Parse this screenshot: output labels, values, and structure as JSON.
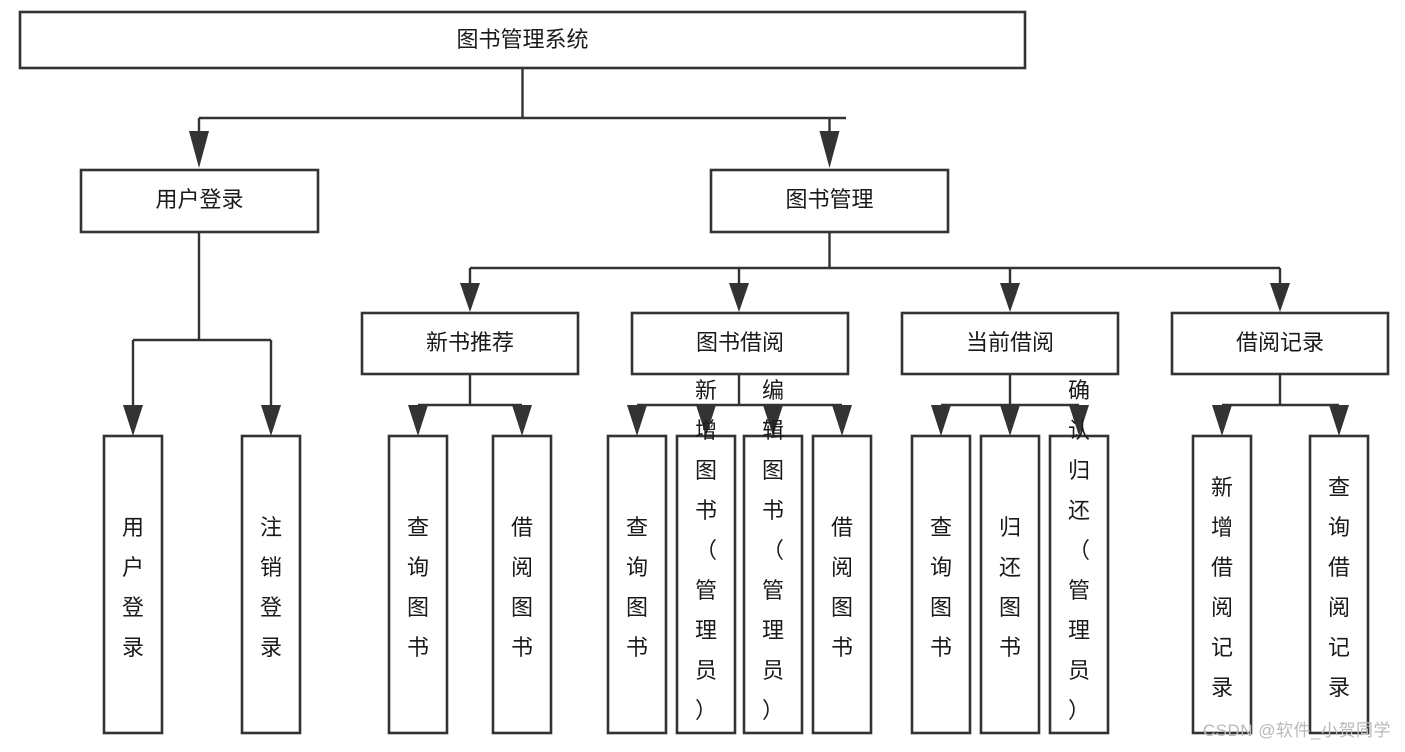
{
  "diagram": {
    "title": "图书管理系统",
    "type": "tree-hierarchy-chart",
    "root": {
      "id": "root",
      "label": "图书管理系统"
    },
    "level2": [
      {
        "id": "user-login",
        "label": "用户登录"
      },
      {
        "id": "book-management",
        "label": "图书管理"
      }
    ],
    "level3": [
      {
        "id": "new-book-recommend",
        "label": "新书推荐",
        "parent": "book-management"
      },
      {
        "id": "book-borrow",
        "label": "图书借阅",
        "parent": "book-management"
      },
      {
        "id": "current-borrow",
        "label": "当前借阅",
        "parent": "book-management"
      },
      {
        "id": "borrow-record",
        "label": "借阅记录",
        "parent": "book-management"
      }
    ],
    "leaves": {
      "user-login": [
        {
          "id": "leaf-user-login",
          "label": "用户登录"
        },
        {
          "id": "leaf-logout-login",
          "label": "注销登录"
        }
      ],
      "new-book-recommend": [
        {
          "id": "leaf-query-book-1",
          "label": "查询图书"
        },
        {
          "id": "leaf-borrow-book-1",
          "label": "借阅图书"
        }
      ],
      "book-borrow": [
        {
          "id": "leaf-query-book-2",
          "label": "查询图书"
        },
        {
          "id": "leaf-add-book",
          "label": "新增图书（管理员）"
        },
        {
          "id": "leaf-edit-book",
          "label": "编辑图书（管理员）"
        },
        {
          "id": "leaf-borrow-book-2",
          "label": "借阅图书"
        }
      ],
      "current-borrow": [
        {
          "id": "leaf-query-book-3",
          "label": "查询图书"
        },
        {
          "id": "leaf-return-book",
          "label": "归还图书"
        },
        {
          "id": "leaf-confirm-return",
          "label": "确认归还（管理员）"
        }
      ],
      "borrow-record": [
        {
          "id": "leaf-add-record",
          "label": "新增借阅记录"
        },
        {
          "id": "leaf-query-record",
          "label": "查询借阅记录"
        }
      ]
    }
  },
  "watermark": {
    "text": "CSDN @软件_小贺同学"
  },
  "colors": {
    "box_stroke": "#333333",
    "box_fill": "#ffffff",
    "text": "#1a1a1a",
    "watermark": "#b9b9b9",
    "background": "#ffffff"
  }
}
